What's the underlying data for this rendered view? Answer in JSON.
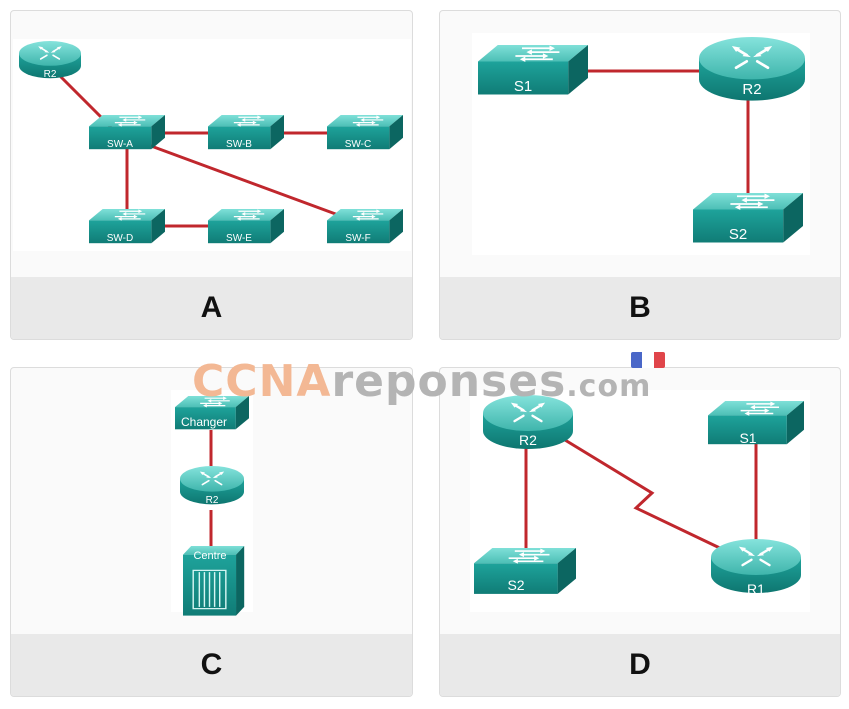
{
  "panels": [
    {
      "caption": "A",
      "devices": {
        "r2": "R2",
        "swa": "SW-A",
        "swb": "SW-B",
        "swc": "SW-C",
        "swd": "SW-D",
        "swe": "SW-E",
        "swf": "SW-F"
      }
    },
    {
      "caption": "B",
      "devices": {
        "s1": "S1",
        "r2": "R2",
        "s2": "S2"
      }
    },
    {
      "caption": "C",
      "devices": {
        "sw": "Changer",
        "r2": "R2",
        "server": "Centre"
      }
    },
    {
      "caption": "D",
      "devices": {
        "r2": "R2",
        "s1": "S1",
        "s2": "S2",
        "r1": "R1"
      }
    }
  ],
  "watermark": {
    "part1": "CCNA",
    "part2": "reponses",
    "part3": ".com"
  },
  "colors": {
    "device_top": "#5fcfc6",
    "device_front": "#18908a",
    "link": "#c0272d",
    "flag_blue": "#4a67c8",
    "flag_white": "#ffffff",
    "flag_red": "#e0454a"
  },
  "icons": {
    "switch": "switch-icon",
    "router": "router-icon",
    "server": "server-icon",
    "serial": "serial-link-icon"
  }
}
